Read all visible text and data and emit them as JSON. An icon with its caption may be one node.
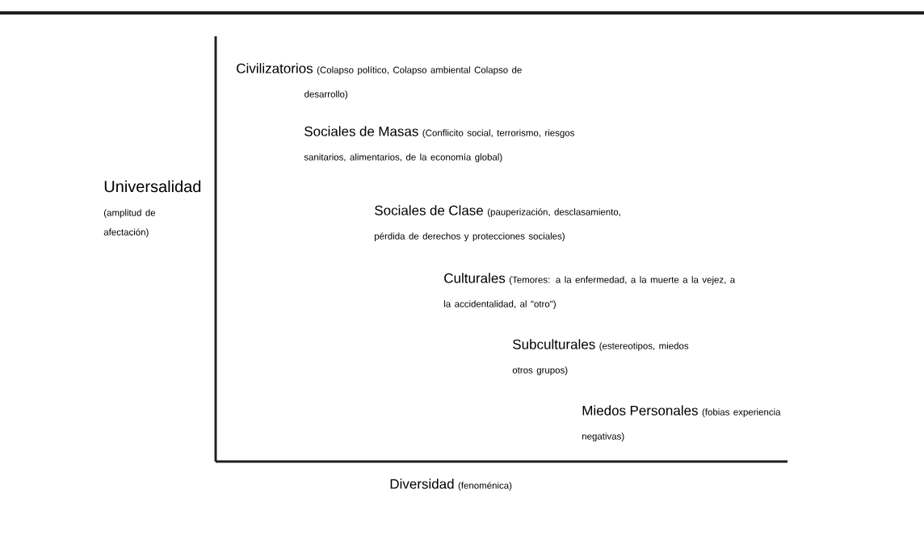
{
  "diagram": {
    "labels": [
      "Universalidad",
      "(amplitud de afectación)",
      "Civilizatorios",
      "(Colapso político, Colapso ambiental Colapso de desarrollo)",
      "Sociales de Masas",
      "(Conflicito social, terrorismo, riesgos sanitarios, alimentarios, de la economía global)",
      "Sociales de Clase",
      "(pauperización, desclasamiento, pérdida de derechos y protecciones sociales)",
      "Culturales",
      "(Temores: a la enfermedad, a la muerte a la vejez, a la accidentalidad, al \"otro\")",
      "Subculturales",
      "(estereotipos, miedos otros grupos)",
      "Miedos Personales",
      "(fobias experiencia negativas)",
      "Diversidad",
      "(fenoménica)"
    ]
  }
}
